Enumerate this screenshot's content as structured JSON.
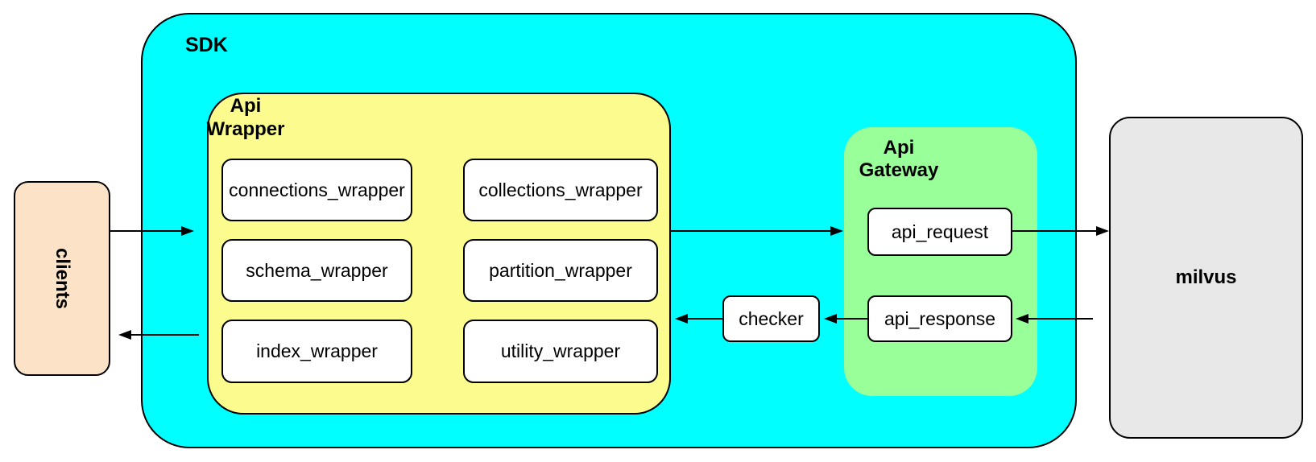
{
  "colors": {
    "canvas_bg": "#FFFFFF",
    "sdk_fill": "#00FFFF",
    "api_wrapper_fill": "#FBFC8D",
    "api_gateway_fill": "#99FF99",
    "clients_fill": "#FCE2C6",
    "milvus_fill": "#E8E8E8",
    "box_fill": "#FFFFFF",
    "border": "#000000"
  },
  "diagram": {
    "clients": {
      "label": "clients"
    },
    "sdk": {
      "label": "SDK",
      "api_wrapper": {
        "label": "Api Wrapper",
        "items": [
          "connections_wrapper",
          "collections_wrapper",
          "schema_wrapper",
          "partition_wrapper",
          "index_wrapper",
          "utility_wrapper"
        ]
      },
      "checker": {
        "label": "checker"
      },
      "api_gateway": {
        "label": "Api Gateway",
        "items": [
          "api_request",
          "api_response"
        ]
      }
    },
    "milvus": {
      "label": "milvus"
    },
    "edges": [
      {
        "from": "clients",
        "to": "sdk"
      },
      {
        "from": "api_wrapper",
        "to": "api_gateway"
      },
      {
        "from": "api_request",
        "to": "milvus"
      },
      {
        "from": "milvus",
        "to": "api_response"
      },
      {
        "from": "api_response",
        "to": "checker"
      },
      {
        "from": "checker",
        "to": "api_wrapper"
      },
      {
        "from": "sdk",
        "to": "clients"
      }
    ]
  }
}
